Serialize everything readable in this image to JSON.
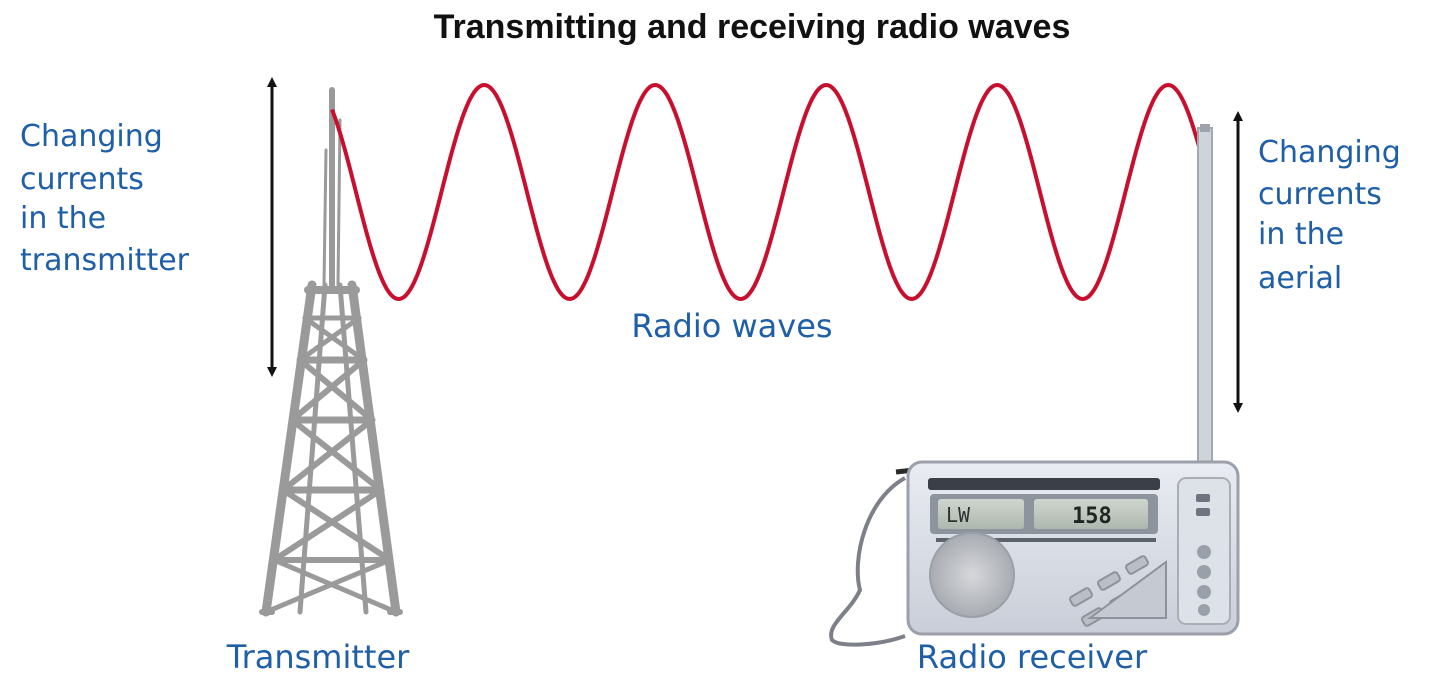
{
  "title": "Transmitting and receiving radio waves",
  "left_label": {
    "lines": [
      "Changing",
      "currents",
      "in the",
      "transmitter"
    ]
  },
  "right_label": {
    "lines": [
      "Changing",
      "currents",
      "in the",
      "aerial"
    ]
  },
  "wave_label": "Radio waves",
  "transmitter_caption": "Transmitter",
  "receiver_caption": "Radio receiver",
  "radio_display": {
    "left_readout": "LW",
    "right_readout": "158"
  },
  "colors": {
    "wave": "#c8102e",
    "label_text": "#1f5fa8",
    "title_text": "#111111",
    "tower": "#9a9a9a",
    "arrow": "#111111"
  },
  "icons": {
    "transmitter": "transmission-tower-icon",
    "receiver": "portable-radio-icon"
  }
}
